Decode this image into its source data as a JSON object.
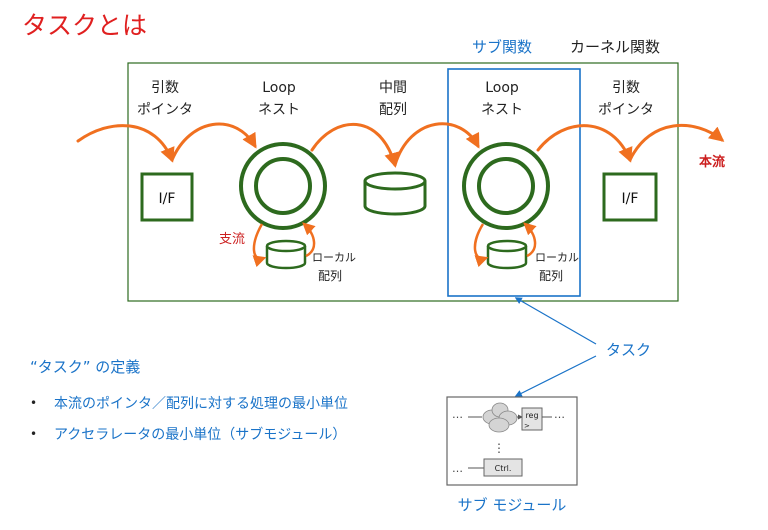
{
  "title": "タスクとは",
  "labels": {
    "sub_function": "サブ関数",
    "kernel_function": "カーネル関数",
    "arg_pointer_l1": "引数",
    "arg_pointer_l2": "ポインタ",
    "loop_l1": "Loop",
    "loop_l2": "ネスト",
    "mid_array_l1": "中間",
    "mid_array_l2": "配列",
    "local_array_l1": "ローカル",
    "local_array_l2": "配列",
    "main_flow": "本流",
    "tributary": "支流",
    "interface": "I/F",
    "task": "タスク",
    "reg": "reg",
    "ctrl": "Ctrl.",
    "ellipsis": "…",
    "vdots": "⋮",
    "sub_module": "サブ モジュール"
  },
  "definition": {
    "heading": "“タスク” の定義",
    "bullets": [
      "本流のポインタ／配列に対する処理の最小単位",
      "アクセラレータの最小単位（サブモジュール）"
    ]
  },
  "colors": {
    "title": "#e02020",
    "blue": "#1a73c8",
    "green": "#2d6a1e",
    "orange": "#f07020",
    "red": "#cc1f1f"
  }
}
